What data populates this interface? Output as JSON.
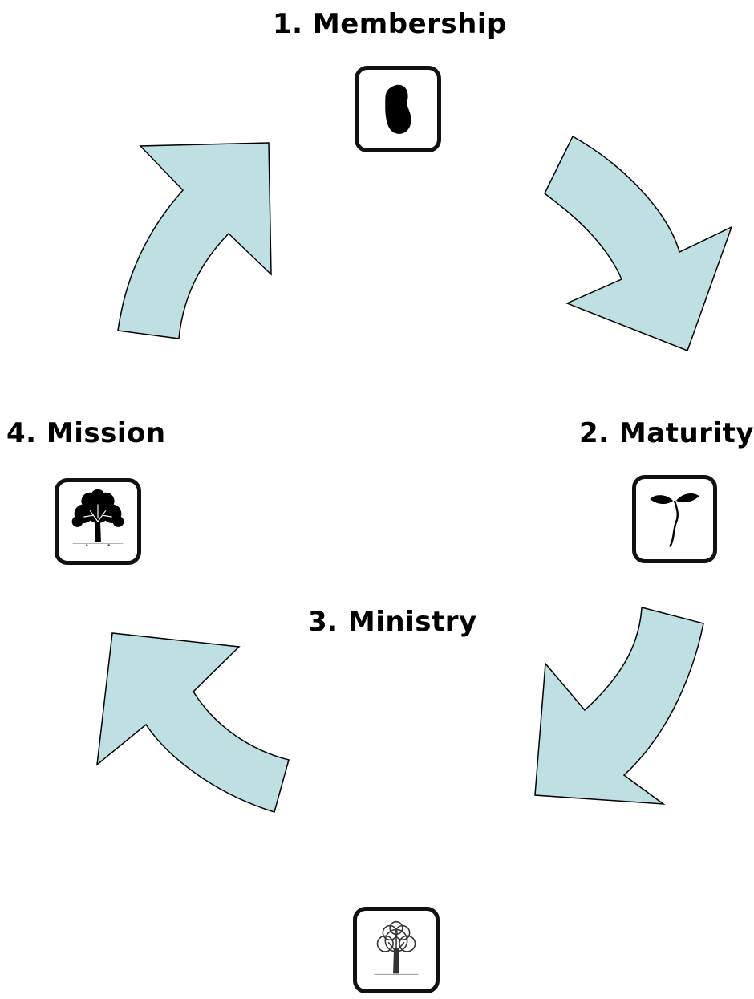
{
  "stages": {
    "membership": {
      "label": "1. Membership",
      "icon": "seed-icon"
    },
    "maturity": {
      "label": "2. Maturity",
      "icon": "sprout-icon"
    },
    "ministry": {
      "label": "3. Ministry",
      "icon": "tree-outline-icon"
    },
    "mission": {
      "label": "4. Mission",
      "icon": "tree-full-icon"
    }
  },
  "colors": {
    "arrow_fill": "#BEE0E2",
    "arrow_stroke": "#000000",
    "icon_border": "#111111",
    "text": "#000000"
  }
}
